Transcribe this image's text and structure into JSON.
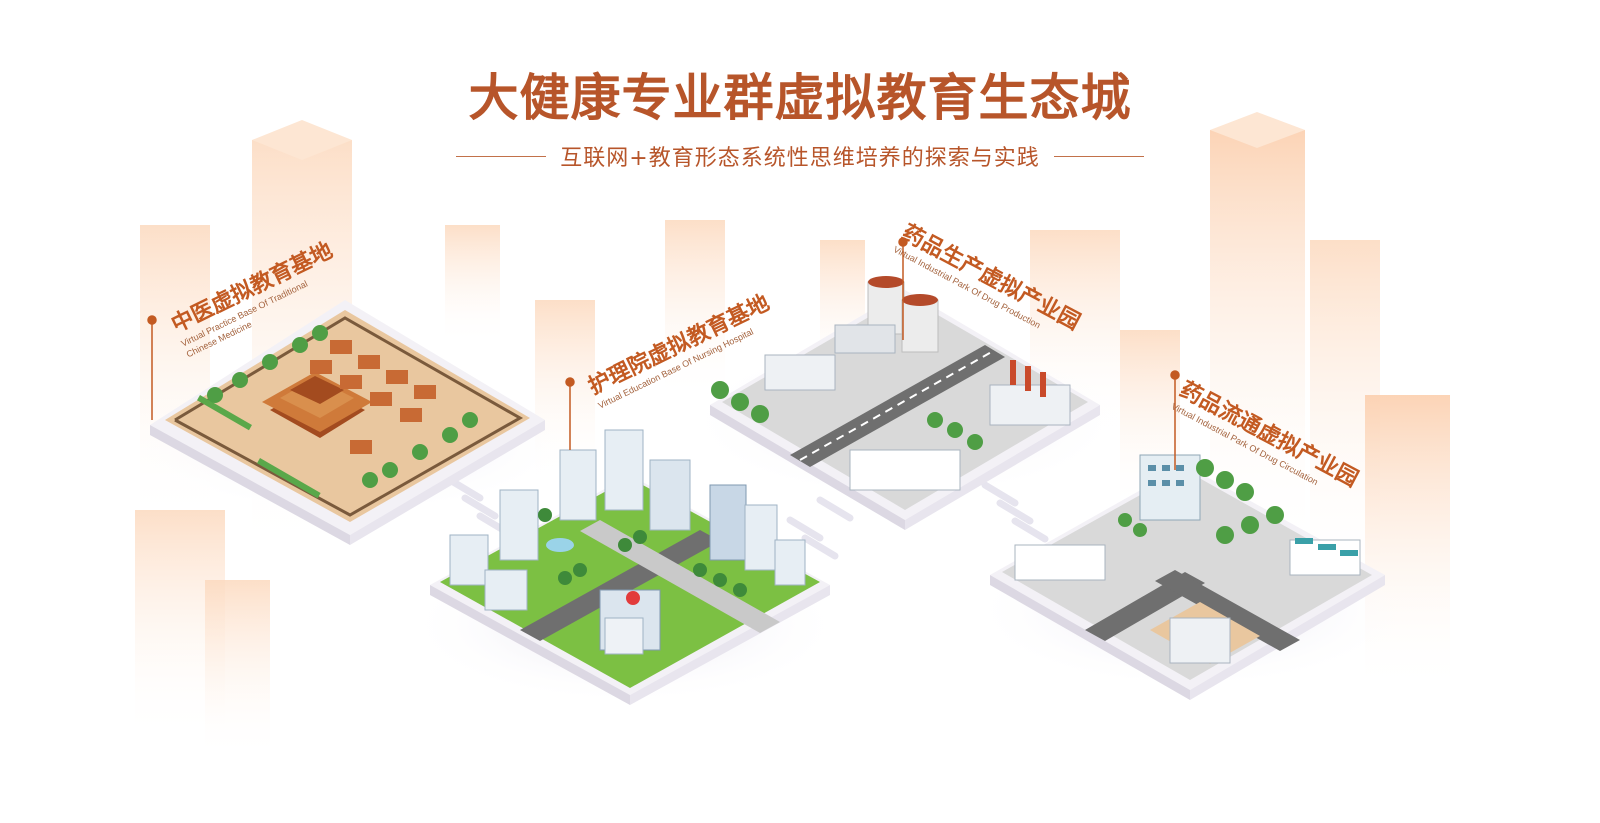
{
  "header": {
    "title": "大健康专业群虚拟教育生态城",
    "subtitle": "互联网+教育形态系统性思维培养的探索与实践"
  },
  "zones": [
    {
      "name_zh": "中医虚拟教育基地",
      "name_en_line1": "Virtual Practice Base Of Traditional",
      "name_en_line2": "Chinese Medicine"
    },
    {
      "name_zh": "护理院虚拟教育基地",
      "name_en_line1": "Virtual Education Base Of Nursing Hospital",
      "name_en_line2": ""
    },
    {
      "name_zh": "药品生产虚拟产业园",
      "name_en_line1": "Virtual Industrial Park Of Drug Production",
      "name_en_line2": ""
    },
    {
      "name_zh": "药品流通虚拟产业园",
      "name_en_line1": "Virtual Industrial Park Of Drug Circulation",
      "name_en_line2": ""
    }
  ],
  "colors": {
    "accent": "#b7552a",
    "label": "#c35a22",
    "sand": "#e9c79f",
    "grass": "#7cc043",
    "road": "#6f6f6f",
    "tower_tint": "#fde3cf"
  }
}
